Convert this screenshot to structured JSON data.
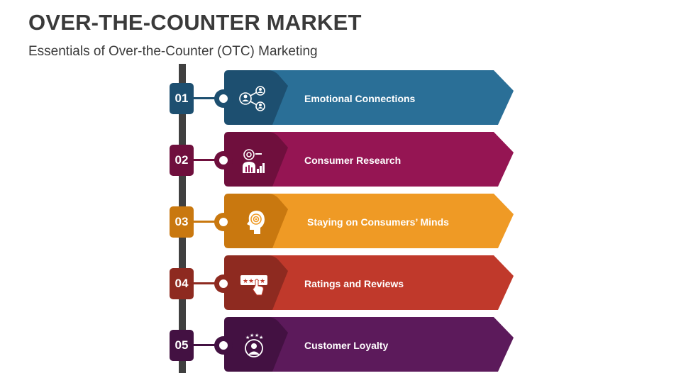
{
  "header": {
    "title": "OVER-THE-COUNTER MARKET",
    "subtitle": "Essentials of Over-the-Counter (OTC) Marketing"
  },
  "steps": [
    {
      "number": "01",
      "label": "Emotional Connections",
      "icon": "network-people-icon",
      "color": "#2a6f97",
      "dark": "#1d4f70"
    },
    {
      "number": "02",
      "label": "Consumer Research",
      "icon": "research-analyst-icon",
      "color": "#951553",
      "dark": "#6f0f3d"
    },
    {
      "number": "03",
      "label": "Staying on Consumers’ Minds",
      "icon": "head-target-icon",
      "color": "#ef9a25",
      "dark": "#c9780f"
    },
    {
      "number": "04",
      "label": "Ratings and Reviews",
      "icon": "rating-stars-hand-icon",
      "color": "#c0392b",
      "dark": "#8e2a20"
    },
    {
      "number": "05",
      "label": "Customer Loyalty",
      "icon": "loyal-customer-icon",
      "color": "#5c1a5b",
      "dark": "#431142"
    }
  ]
}
